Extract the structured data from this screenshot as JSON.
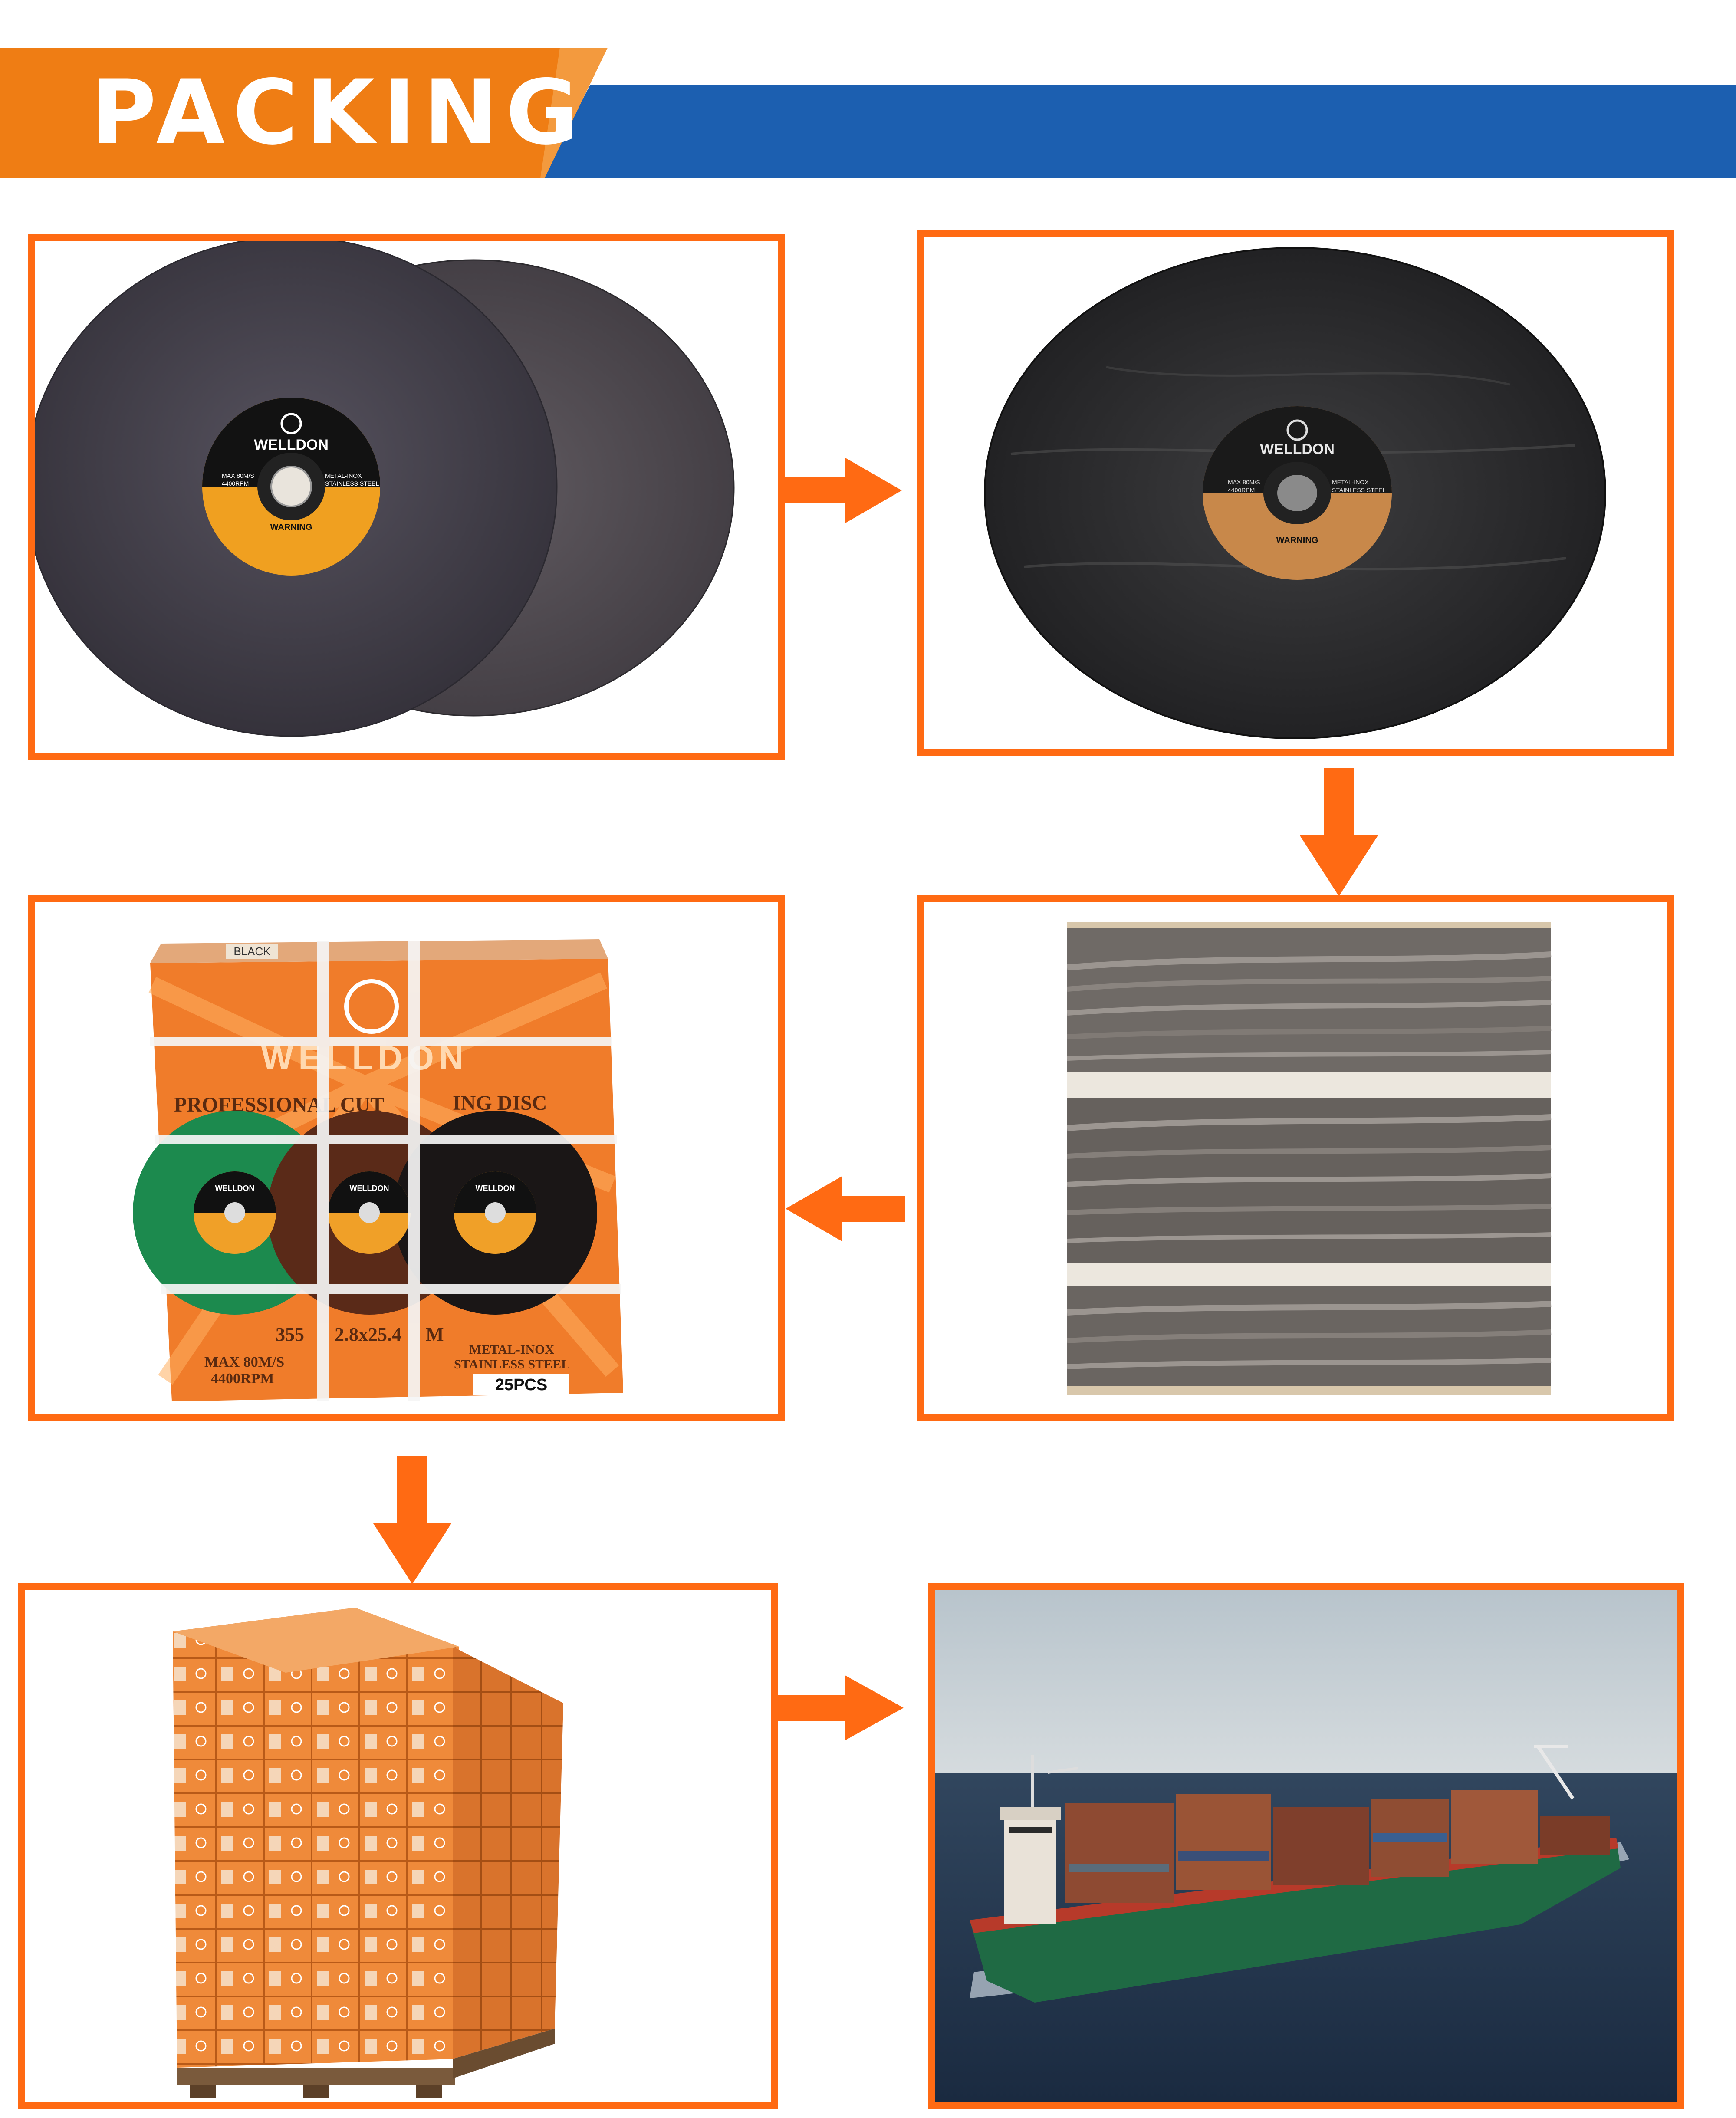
{
  "header": {
    "title": "PACKING",
    "colors": {
      "orange": "#ef7d14",
      "blue": "#1c5fb0"
    }
  },
  "steps": [
    {
      "name": "discs",
      "disc_label": {
        "brand": "WELLDON",
        "left_text": [
          "MAX 80M/S",
          "4400RPM"
        ],
        "right_text": [
          "METAL-INOX",
          "STAINLESS STEEL"
        ],
        "warning": "WARNING"
      }
    },
    {
      "name": "wrapped-disc",
      "disc_label": {
        "brand": "WELLDON",
        "left_text": [
          "MAX 80M/S",
          "4400RPM"
        ],
        "right_text": [
          "METAL-INOX",
          "STAINLESS STEEL"
        ],
        "warning": "WARNING"
      }
    },
    {
      "name": "inner-stack"
    },
    {
      "name": "carton",
      "carton": {
        "corner_tag": "BLACK",
        "brand": "WELLDON",
        "subtitle_left": "PROFESSIONAL CUT",
        "subtitle_right": "ING DISC",
        "size_left": "355",
        "size_mid": "2.8x25.4",
        "size_right": "M",
        "speed_lines": [
          "MAX 80M/S",
          "4400RPM"
        ],
        "material_lines": [
          "METAL-INOX",
          "STAINLESS STEEL"
        ],
        "quantity": "25PCS",
        "small_disc_brand": "WELLDON"
      }
    },
    {
      "name": "pallet"
    },
    {
      "name": "container-ship"
    }
  ],
  "accent_color": "#ff6a13"
}
